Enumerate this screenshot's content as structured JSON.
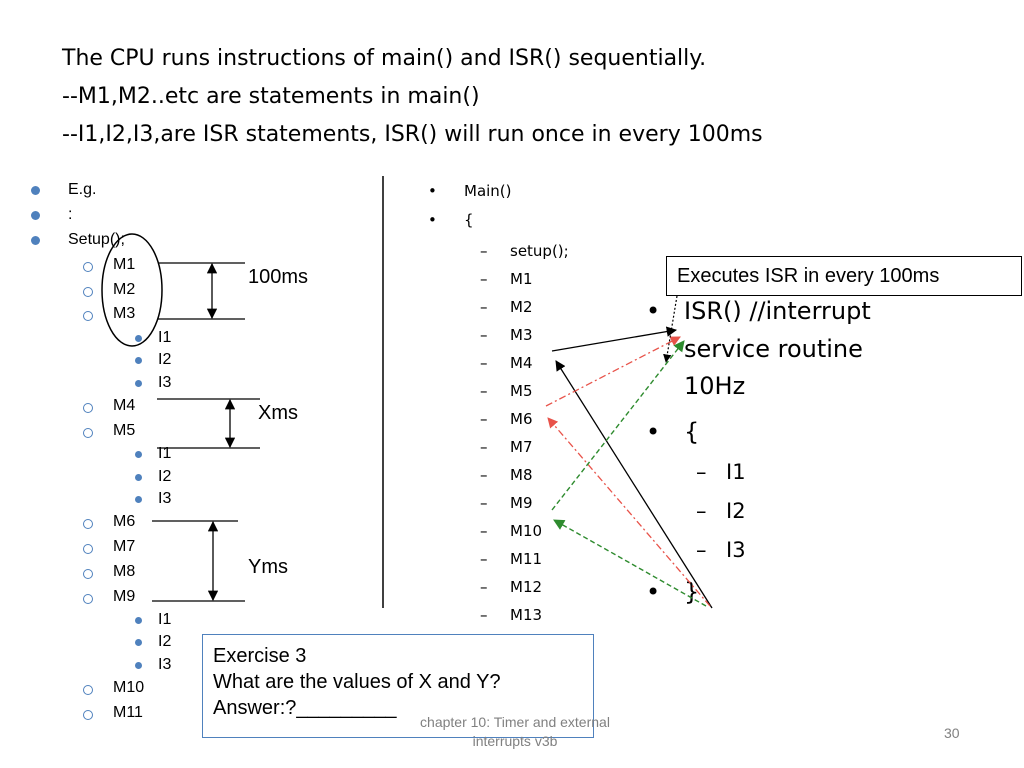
{
  "title": {
    "line1": "The CPU runs instructions of main() and ISR() sequentially.",
    "line2": "--M1,M2..etc are statements in main()",
    "line3": "--I1,I2,I3,are ISR statements, ISR() will run once in every 100ms"
  },
  "left_list": {
    "top_items": [
      "E.g.",
      ":",
      "Setup();"
    ],
    "m1": "M1",
    "m2": "M2",
    "m3": "M3",
    "i1a": "I1",
    "i2a": "I2",
    "i3a": "I3",
    "m4": "M4",
    "m5": "M5",
    "i1b": "I1",
    "i2b": "I2",
    "i3b": "I3",
    "m6": "M6",
    "m7": "M7",
    "m8": "M8",
    "m9": "M9",
    "i1c": "I1",
    "i2c": "I2",
    "i3c": "I3",
    "m10": "M10",
    "m11": "M11"
  },
  "intervals": {
    "first": "100ms",
    "second": "Xms",
    "third": "Yms"
  },
  "main_code": {
    "header": [
      "Main()",
      "{"
    ],
    "lines": [
      "setup();",
      "M1",
      "M2",
      "M3",
      "M4",
      "M5",
      "M6",
      "M7",
      "M8",
      "M9",
      "M10",
      "M11",
      "M12",
      "M13",
      ":"
    ],
    "dash": "–",
    "bullet": "•"
  },
  "isr_code": {
    "line1": "ISR() //interrupt",
    "line2": "service routine",
    "line3": "10Hz",
    "open": "{",
    "items": [
      "I1",
      "I2",
      "I3"
    ],
    "close": "}",
    "dash": "–",
    "bullet": "•"
  },
  "callout": "Executes ISR in every 100ms",
  "exercise": {
    "line1": "Exercise 3",
    "line2": "What are the values of X and Y?",
    "line3": "Answer:?_________"
  },
  "footer": {
    "caption_line1": "chapter 10: Timer and external",
    "caption_line2": "interrupts v3b",
    "page_number": "30"
  },
  "colors": {
    "bullet": "#4f81bd",
    "arrow_black": "#000000",
    "arrow_red": "#e8534a",
    "arrow_green": "#2e8b2e",
    "footer": "#808080"
  }
}
